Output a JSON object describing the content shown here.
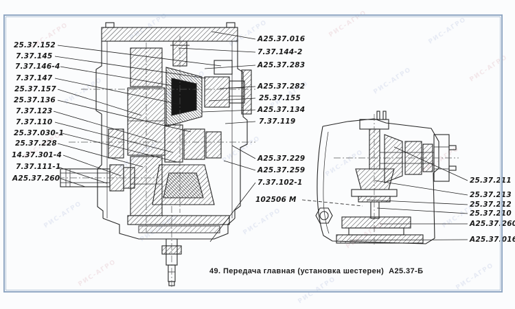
{
  "figure": {
    "caption": "49. Передача главная (установка шестерен)  А25.37-Б",
    "watermark": "РИС-АГРО"
  },
  "labels": {
    "left": [
      "25.37.152",
      "7.37.145",
      "7.37.146-4",
      "7.37.147",
      "25.37.157",
      "25.37.136",
      "7.37.123",
      "7.37.110",
      "25.37.030-1",
      "25.37.228",
      "14.37.301-4",
      "7.37.111-1",
      "А25.37.260"
    ],
    "top_right": [
      "А25.37.016",
      "7.37.144-2",
      "А25.37.283",
      "А25.37.282",
      "25.37.155",
      "А25.37.134",
      "7.37.119"
    ],
    "mid_right": [
      "А25.37.229",
      "А25.37.259",
      "7.37.102-1",
      "102506 М"
    ],
    "side_right": [
      "25.37.211",
      "25.37.213",
      "25.37.212",
      "25.37.210",
      "А25.37.260",
      "А25.37.016"
    ]
  }
}
